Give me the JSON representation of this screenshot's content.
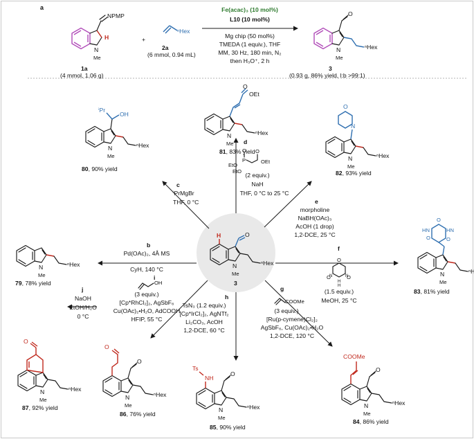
{
  "panel_a": {
    "label": "a",
    "reactant1": {
      "label": "1a",
      "amount": "(4 mmol, 1.06 g)",
      "group": "NPMP",
      "h": "H",
      "n_sub": "Me"
    },
    "reactant2": {
      "label": "2a",
      "amount": "(6 mmol, 0.94 mL)",
      "chain": "ⁿHex"
    },
    "plus": "+",
    "conditions_top": [
      "Fe(acac)₃ (10 mol%)",
      "L10 (10 mol%)"
    ],
    "conditions_bottom": [
      "Mg chip (50 mol%)",
      "TMEDA (1 equiv.), THF",
      "MM, 30 Hz, 180 min, N₂",
      "then H₃O⁺, 2 h"
    ],
    "product": {
      "label": "3",
      "yield": "(0.93 g, 86% yield, l:b >99:1)",
      "chain": "ⁿHex",
      "n_sub": "Me",
      "cho": "O"
    }
  },
  "center": {
    "label": "3",
    "chain": "ⁿHex",
    "n_sub": "Me",
    "h": "H",
    "cho": "O"
  },
  "reactions": [
    {
      "key": "b",
      "conditions": [
        "Pd(OAc)₂, 4Å MS",
        "CyH, 140 °C"
      ]
    },
    {
      "key": "c",
      "conditions": [
        "ⁱPrMgBr",
        "THF, 0 °C"
      ]
    },
    {
      "key": "d",
      "conditions": [
        "(2 equiv.)",
        "NaH",
        "THF, 0 °C to 25 °C"
      ],
      "reagent": [
        "O",
        "P",
        "EtO",
        "EtO",
        "O",
        "OEt"
      ]
    },
    {
      "key": "e",
      "conditions": [
        "morpholine",
        "NaBH(OAc)₃",
        "AcOH (1 drop)",
        "1,2-DCE, 25 °C"
      ]
    },
    {
      "key": "f",
      "conditions": [
        "(1.5 equiv.)",
        "MeOH, 25 °C"
      ],
      "reagent": [
        "O",
        "O",
        "O",
        "N",
        "N",
        "H",
        "H"
      ]
    },
    {
      "key": "g",
      "conditions": [
        "(3 equiv.)",
        "[Ru(p-cymene)Cl₂]₂",
        "AgSbF₆, Cu(OAc)₂•H₂O",
        "1,2-DCE, 120 °C"
      ],
      "reagent": "COOMe"
    },
    {
      "key": "h",
      "conditions": [
        "TsN₃ (1.2 equiv.)",
        "[Cp*IrCl₂]₂, AgNTf₂",
        "Li₂CO₃, AcOH",
        "1,2-DCE, 60 °C"
      ]
    },
    {
      "key": "i",
      "conditions": [
        "(3 equiv.)",
        "[Cp*RhCl₂]₂, AgSbF₆",
        "Cu(OAc)₂•H₂O, AdCOOH",
        "HFIP, 55 °C"
      ],
      "reagent": "OH"
    },
    {
      "key": "j",
      "conditions": [
        "NaOH",
        "EtOH/H₂O",
        "0 °C"
      ]
    }
  ],
  "products": [
    {
      "id": "79",
      "yield": ", 78% yield"
    },
    {
      "id": "80",
      "yield": ", 90% yield",
      "groups": [
        "ⁱPr",
        "OH"
      ]
    },
    {
      "id": "81",
      "yield": ", 83% yield",
      "groups": [
        "O",
        "OEt"
      ]
    },
    {
      "id": "82",
      "yield": ", 93% yield",
      "groups": [
        "O",
        "N"
      ]
    },
    {
      "id": "83",
      "yield": ", 81% yield",
      "groups": [
        "O",
        "O",
        "O",
        "HN",
        "HN",
        "N"
      ]
    },
    {
      "id": "84",
      "yield": ", 86% yield",
      "groups": [
        "COOMe",
        "O"
      ]
    },
    {
      "id": "85",
      "yield": ", 90% yield",
      "groups": [
        "Ts",
        "NH",
        "O"
      ]
    },
    {
      "id": "86",
      "yield": ", 76% yield",
      "groups": [
        "O",
        "O"
      ]
    },
    {
      "id": "87",
      "yield": ", 92% yield",
      "groups": [
        "O"
      ]
    }
  ],
  "common": {
    "hex": "ⁿHex",
    "me": "Me",
    "n": "N"
  }
}
